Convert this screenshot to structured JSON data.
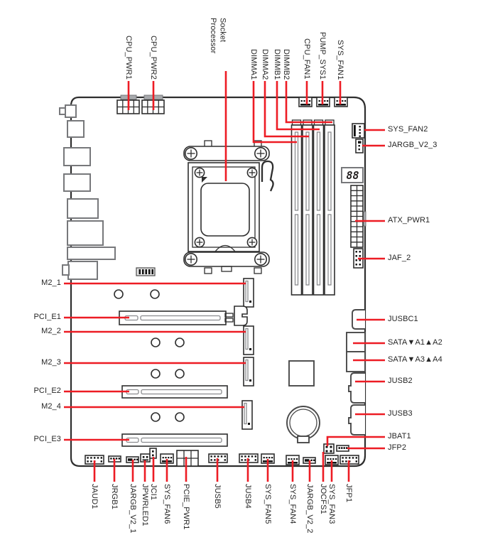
{
  "colors": {
    "leader_red": "#ed1c24",
    "outline_dark": "#2e2e2e",
    "outline_gray": "#77787b",
    "text": "#262626"
  },
  "debug_display": {
    "code": "88"
  },
  "labels": {
    "top": [
      "CPU_PWR1",
      "CPU_PWR2",
      "Processor Socket",
      "DIMMA1",
      "DIMMA2",
      "DIMMB1",
      "DIMMB2",
      "CPU_FAN1",
      "PUMP_SYS1",
      "SYS_FAN1"
    ],
    "right": [
      "SYS_FAN2",
      "JARGB_V2_3",
      "ATX_PWR1",
      "JAF_2",
      "JUSBC1",
      "SATA▼A1▲A2",
      "SATA▼A3▲A4",
      "JUSB2",
      "JUSB3",
      "JBAT1",
      "JFP2"
    ],
    "left": [
      "M2_1",
      "PCI_E1",
      "M2_2",
      "M2_3",
      "PCI_E2",
      "M2_4",
      "PCI_E3"
    ],
    "bottom": [
      "JAUD1",
      "JRGB1",
      "JARGB_V2_1",
      "JPWRLED1",
      "JCI1",
      "SYS_FAN6",
      "PCIE_PWR1",
      "JUSB5",
      "JUSB4",
      "SYS_FAN5",
      "SYS_FAN4",
      "JARGB_V2_2",
      "JOCFS1",
      "SYS_FAN3",
      "JFP1"
    ]
  }
}
